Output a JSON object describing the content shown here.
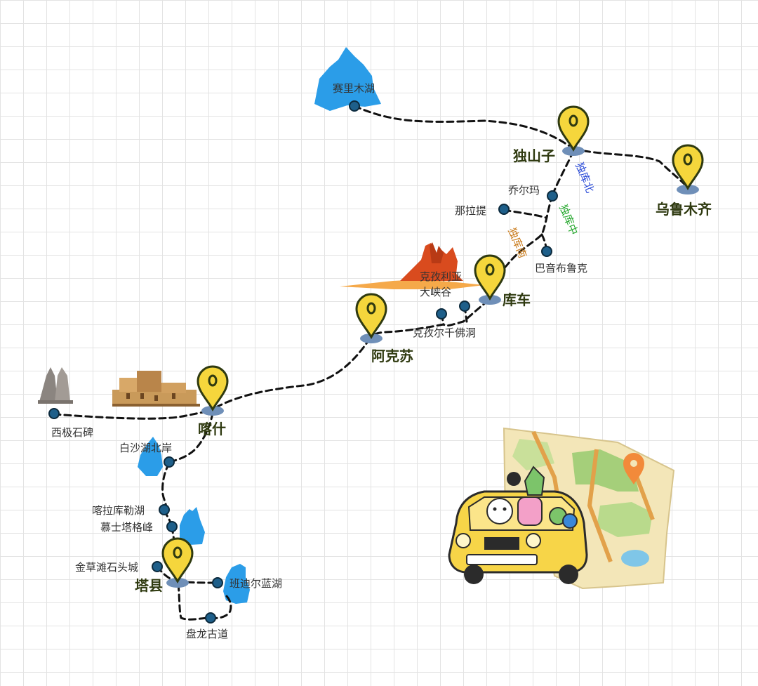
{
  "cities": {
    "dushanzi": "独山子",
    "urumqi": "乌鲁木齐",
    "kuqa": "库车",
    "aksu": "阿克苏",
    "kashgar": "喀什",
    "taxian": "塔县"
  },
  "spots": {
    "sayram": "赛里木湖",
    "qiaoerma": "乔尔玛",
    "nalati": "那拉提",
    "bayinbuluke": "巴音布鲁克",
    "kizil_canyon_1": "克孜利亚",
    "kizil_canyon_2": "大峡谷",
    "kizil_caves": "克孜尔千佛洞",
    "xiji": "西极石碑",
    "baisha": "白沙湖北岸",
    "karakul": "喀拉库勒湖",
    "muztagh": "慕士塔格峰",
    "jincaotan": "金草滩石头城",
    "bandier": "班迪尔蓝湖",
    "panlong": "盘龙古道"
  },
  "roads": {
    "north": "独库北",
    "middle": "独库中",
    "south": "独库南"
  },
  "colors": {
    "pin": "#f5d63c",
    "pin_outline": "#2f3a10",
    "dot": "#1e5f8a",
    "lake": "#2b9de8",
    "north_road": "#2a4bd8",
    "middle_road": "#27a82f",
    "south_road": "#c97a1a"
  }
}
